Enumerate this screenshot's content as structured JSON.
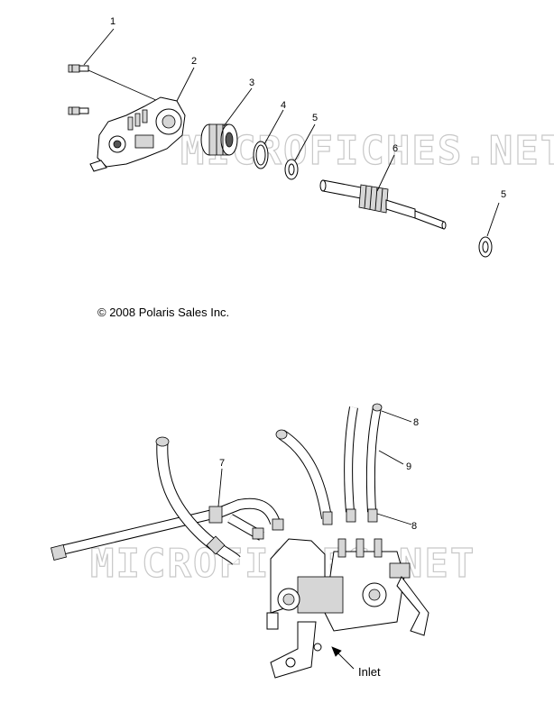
{
  "watermark": "MICROFICHES.NET",
  "copyright": "© 2008 Polaris Sales Inc.",
  "inlet_label": "Inlet",
  "callouts": [
    "1",
    "2",
    "3",
    "4",
    "5",
    "6",
    "5",
    "7",
    "8",
    "9",
    "8"
  ]
}
